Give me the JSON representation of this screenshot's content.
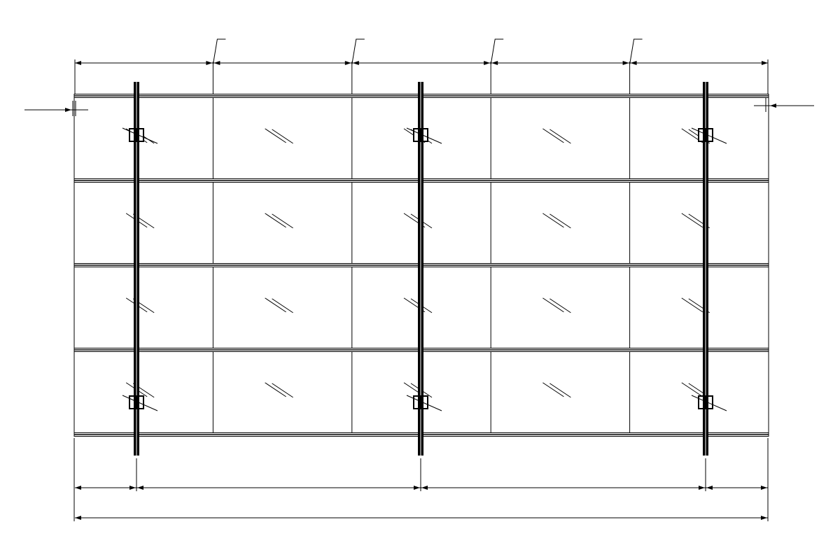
{
  "diagram": {
    "kind": "glass-curtain-wall-elevation",
    "columns": 5,
    "rows": 4,
    "panel_count": 20,
    "vertical_posts": 3,
    "brackets_per_post": 2,
    "top_leader_callouts": 4,
    "glass_hatch_strokes_per_panel": 2,
    "colors": {
      "line": "#000000",
      "background": "#ffffff"
    }
  }
}
